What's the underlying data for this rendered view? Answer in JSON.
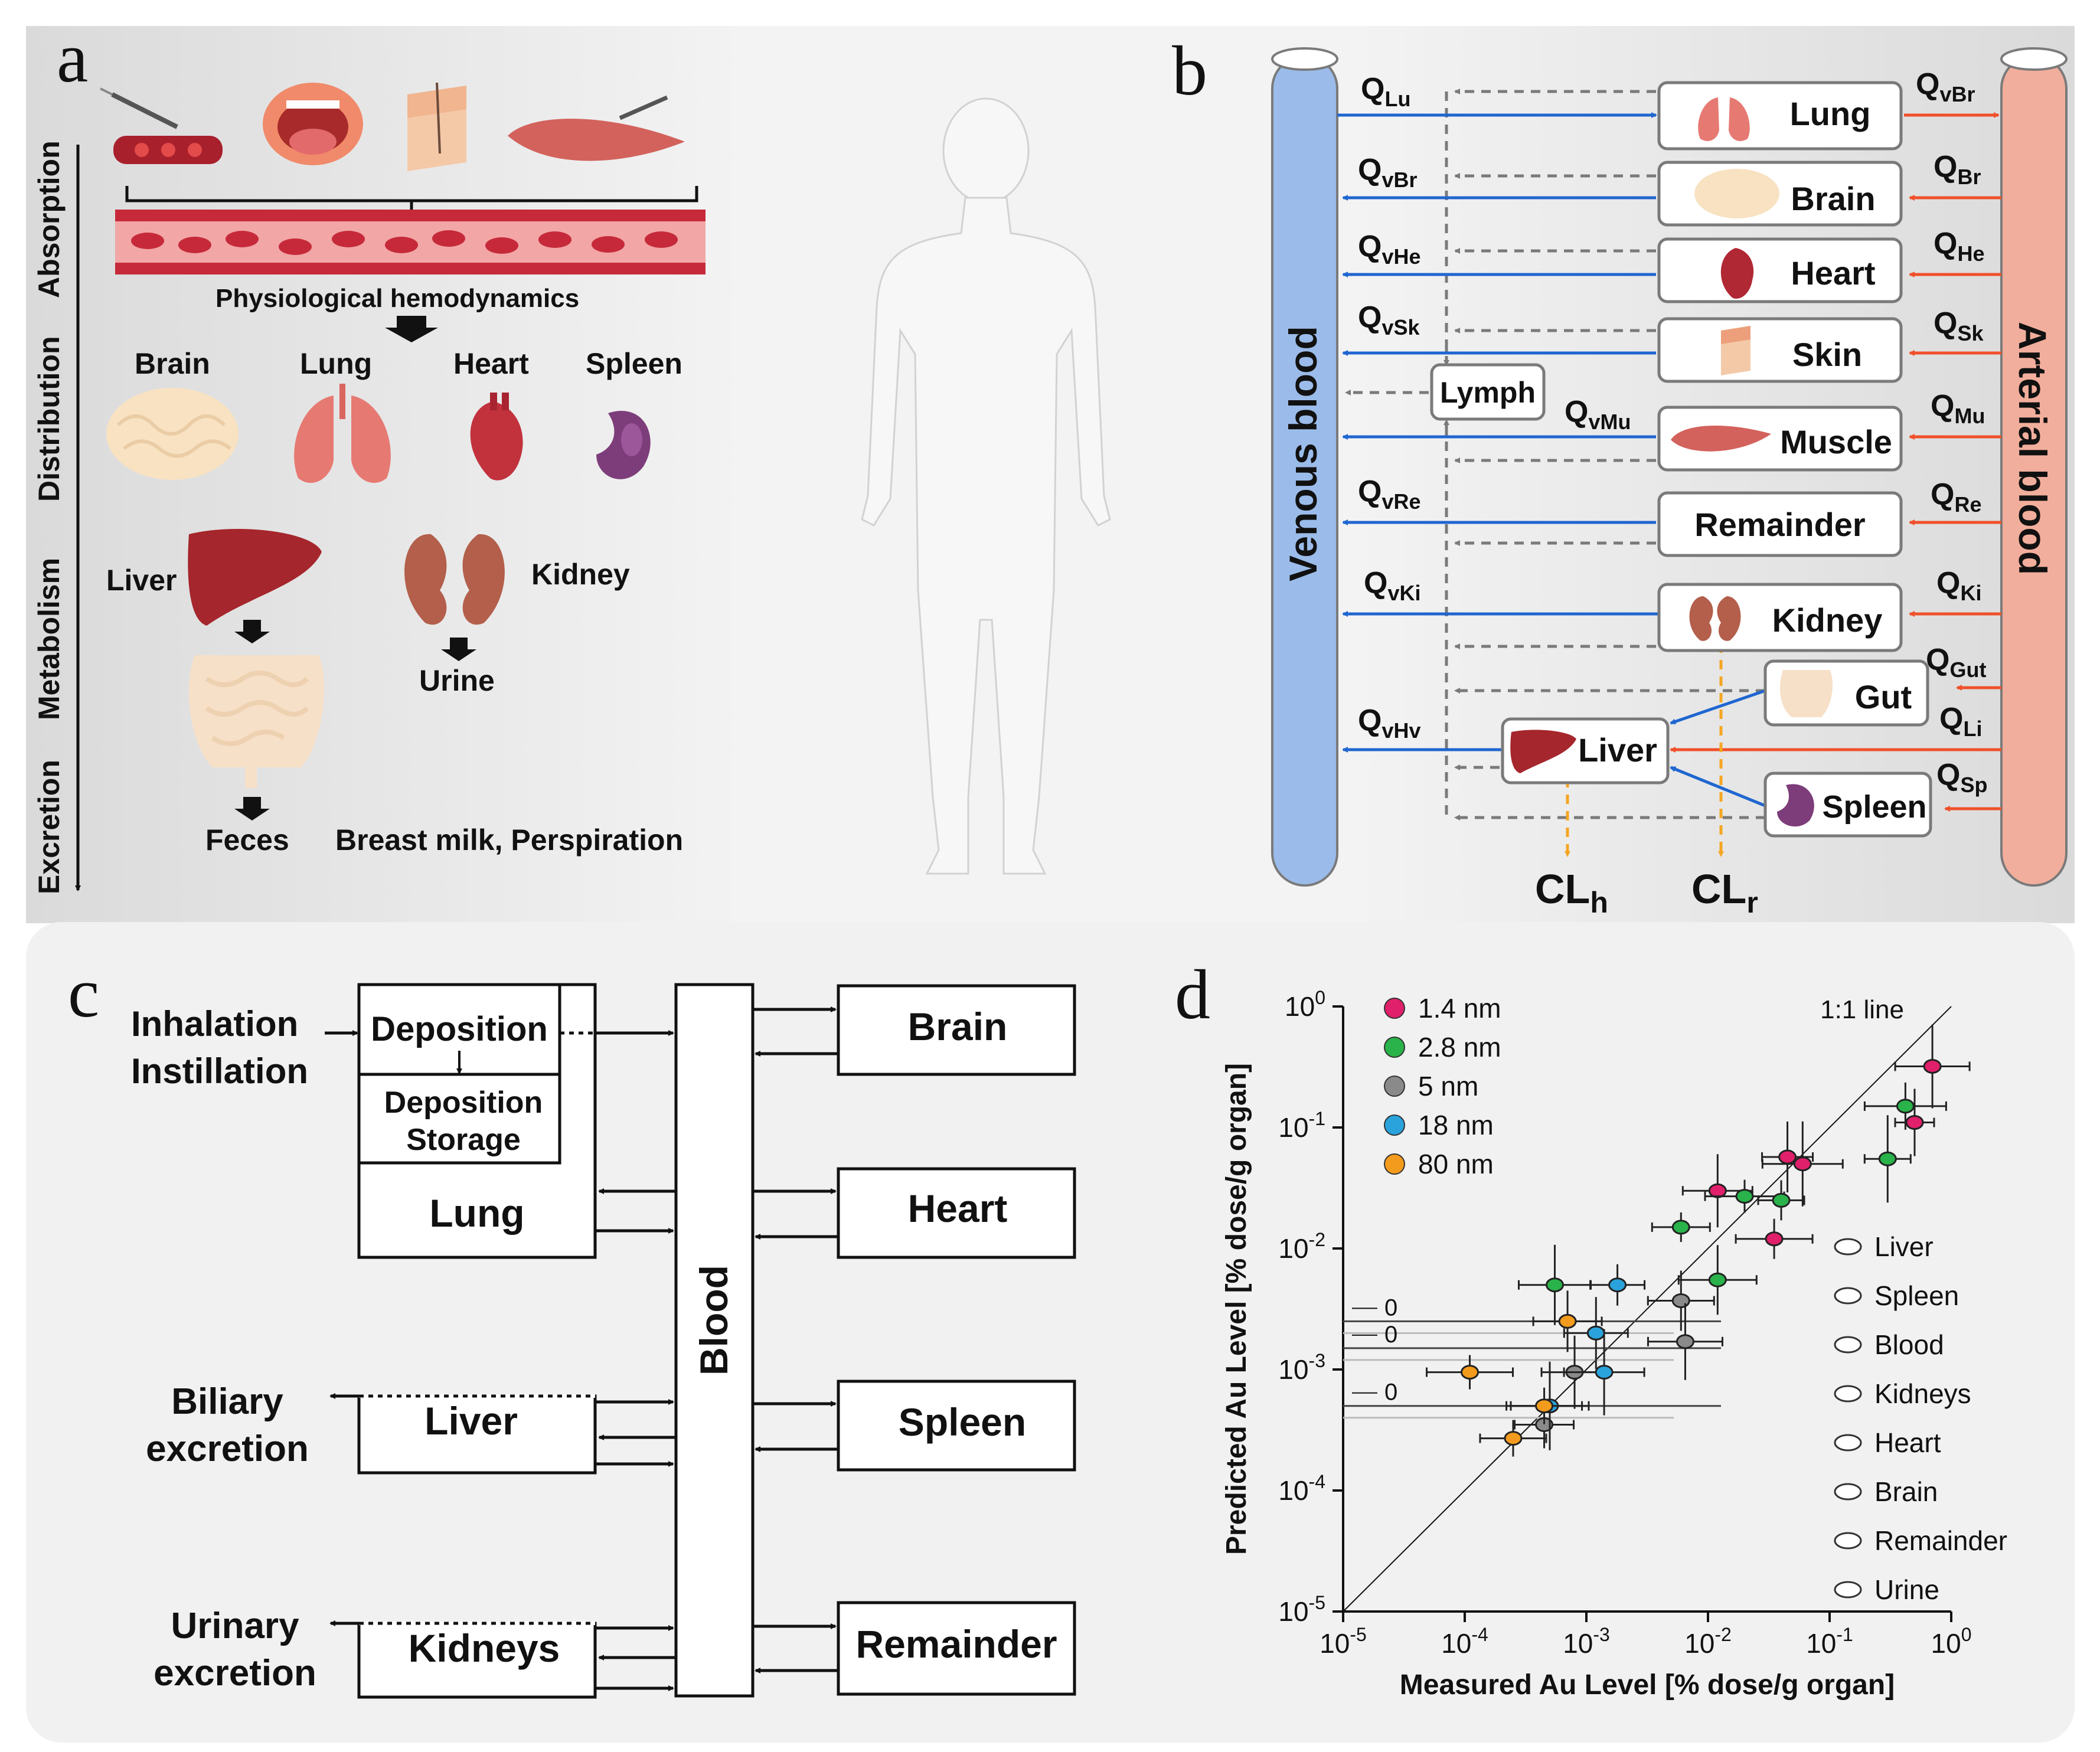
{
  "panel_a": {
    "letter": "a",
    "axis_labels": [
      "Absorption",
      "Distribution",
      "Metabolism",
      "Excretion"
    ],
    "hemodynamics_label": "Physiological hemodynamics",
    "organs": [
      "Brain",
      "Lung",
      "Heart",
      "Spleen"
    ],
    "liver_label": "Liver",
    "kidney_label": "Kidney",
    "urine_label": "Urine",
    "feces_label": "Feces",
    "other_excretion_label": "Breast milk, Perspiration"
  },
  "panel_b": {
    "letter": "b",
    "venous_label": "Venous blood",
    "arterial_label": "Arterial blood",
    "lymph_label": "Lymph",
    "organs": {
      "lung": "Lung",
      "brain": "Brain",
      "heart": "Heart",
      "skin": "Skin",
      "muscle": "Muscle",
      "remainder": "Remainder",
      "kidney": "Kidney",
      "gut": "Gut",
      "liver": "Liver",
      "spleen": "Spleen"
    },
    "flows": {
      "lu": {
        "main": "Q",
        "sub": "Lu"
      },
      "vbr_top": {
        "main": "Q",
        "sub": "vBr"
      },
      "vbr": {
        "main": "Q",
        "sub": "vBr"
      },
      "vhe": {
        "main": "Q",
        "sub": "vHe"
      },
      "vsk": {
        "main": "Q",
        "sub": "vSk"
      },
      "vmu": {
        "main": "Q",
        "sub": "vMu"
      },
      "vre": {
        "main": "Q",
        "sub": "vRe"
      },
      "vki": {
        "main": "Q",
        "sub": "vKi"
      },
      "vhv": {
        "main": "Q",
        "sub": "vHv"
      },
      "br": {
        "main": "Q",
        "sub": "Br"
      },
      "he": {
        "main": "Q",
        "sub": "He"
      },
      "sk": {
        "main": "Q",
        "sub": "Sk"
      },
      "mu": {
        "main": "Q",
        "sub": "Mu"
      },
      "re": {
        "main": "Q",
        "sub": "Re"
      },
      "ki": {
        "main": "Q",
        "sub": "Ki"
      },
      "gut": {
        "main": "Q",
        "sub": "Gut"
      },
      "li": {
        "main": "Q",
        "sub": "Li"
      },
      "sp": {
        "main": "Q",
        "sub": "Sp"
      }
    },
    "clearances": {
      "h": {
        "main": "CL",
        "sub": "h"
      },
      "r": {
        "main": "CL",
        "sub": "r"
      }
    }
  },
  "panel_c": {
    "letter": "c",
    "inhalation": "Inhalation",
    "instillation": "Instillation",
    "deposition": "Deposition",
    "deposition_storage_1": "Deposition",
    "deposition_storage_2": "Storage",
    "lung": "Lung",
    "blood": "Blood",
    "liver": "Liver",
    "kidneys": "Kidneys",
    "biliary_1": "Biliary",
    "biliary_2": "excretion",
    "urinary_1": "Urinary",
    "urinary_2": "excretion",
    "brain": "Brain",
    "heart": "Heart",
    "spleen": "Spleen",
    "remainder": "Remainder"
  },
  "panel_d": {
    "letter": "d",
    "chart_data": {
      "type": "scatter",
      "xlabel": "Measured Au Level [% dose/g organ]",
      "ylabel": "Predicted Au Level [% dose/g organ]",
      "x_scale": "log",
      "y_scale": "log",
      "xlim": [
        1e-05,
        1
      ],
      "ylim": [
        1e-05,
        1
      ],
      "x_tick_exponents": [
        "-5",
        "-4",
        "-3",
        "-2",
        "-1",
        "0"
      ],
      "y_tick_exponents": [
        "-5",
        "-4",
        "-3",
        "-2",
        "-1",
        "0"
      ],
      "tick_base": "10",
      "reference_line_label": "1:1 line",
      "zero_labels": [
        "0",
        "0",
        "0"
      ],
      "legend_position": "top-left",
      "series": [
        {
          "name": "1.4 nm",
          "color": "#e0206a",
          "points": [
            [
              0.7,
              0.32
            ],
            [
              0.5,
              0.11
            ],
            [
              0.045,
              0.057
            ],
            [
              0.06,
              0.05
            ],
            [
              0.012,
              0.03
            ],
            [
              0.035,
              0.012
            ]
          ]
        },
        {
          "name": "2.8 nm",
          "color": "#29b34a",
          "points": [
            [
              0.42,
              0.15
            ],
            [
              0.3,
              0.055
            ],
            [
              0.02,
              0.027
            ],
            [
              0.006,
              0.015
            ],
            [
              0.012,
              0.0055
            ],
            [
              0.04,
              0.025
            ],
            [
              0.00055,
              0.005
            ]
          ]
        },
        {
          "name": "5 nm",
          "color": "#8a8a8a",
          "points": [
            [
              0.006,
              0.0037
            ],
            [
              0.0065,
              0.0017
            ],
            [
              0.0008,
              0.00095
            ],
            [
              0.00045,
              0.00035
            ]
          ]
        },
        {
          "name": "18 nm",
          "color": "#2aa3dc",
          "points": [
            [
              0.0018,
              0.005
            ],
            [
              0.0012,
              0.002
            ],
            [
              0.0014,
              0.00095
            ],
            [
              0.0005,
              0.0005
            ]
          ]
        },
        {
          "name": "80 nm",
          "color": "#f39b1c",
          "points": [
            [
              0.00011,
              0.00095
            ],
            [
              0.0007,
              0.0025
            ],
            [
              0.00045,
              0.0005
            ],
            [
              0.00025,
              0.00027
            ]
          ]
        }
      ],
      "shape_legend": [
        "Liver",
        "Spleen",
        "Blood",
        "Kidneys",
        "Heart",
        "Brain",
        "Remainder",
        "Urine"
      ]
    }
  }
}
